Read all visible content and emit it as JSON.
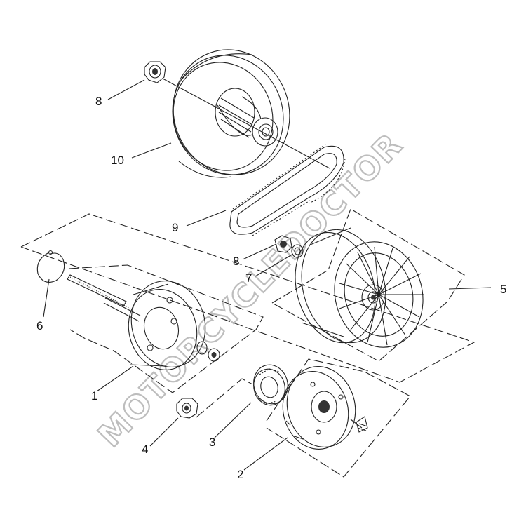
{
  "watermark": "MOTORCYCLEDOCTOR",
  "callouts": {
    "p1": "1",
    "p2": "2",
    "p3": "3",
    "p4": "4",
    "p5": "5",
    "p6": "6",
    "p7": "7",
    "p8a": "8",
    "p8b": "8",
    "p9": "9",
    "p10": "10"
  }
}
